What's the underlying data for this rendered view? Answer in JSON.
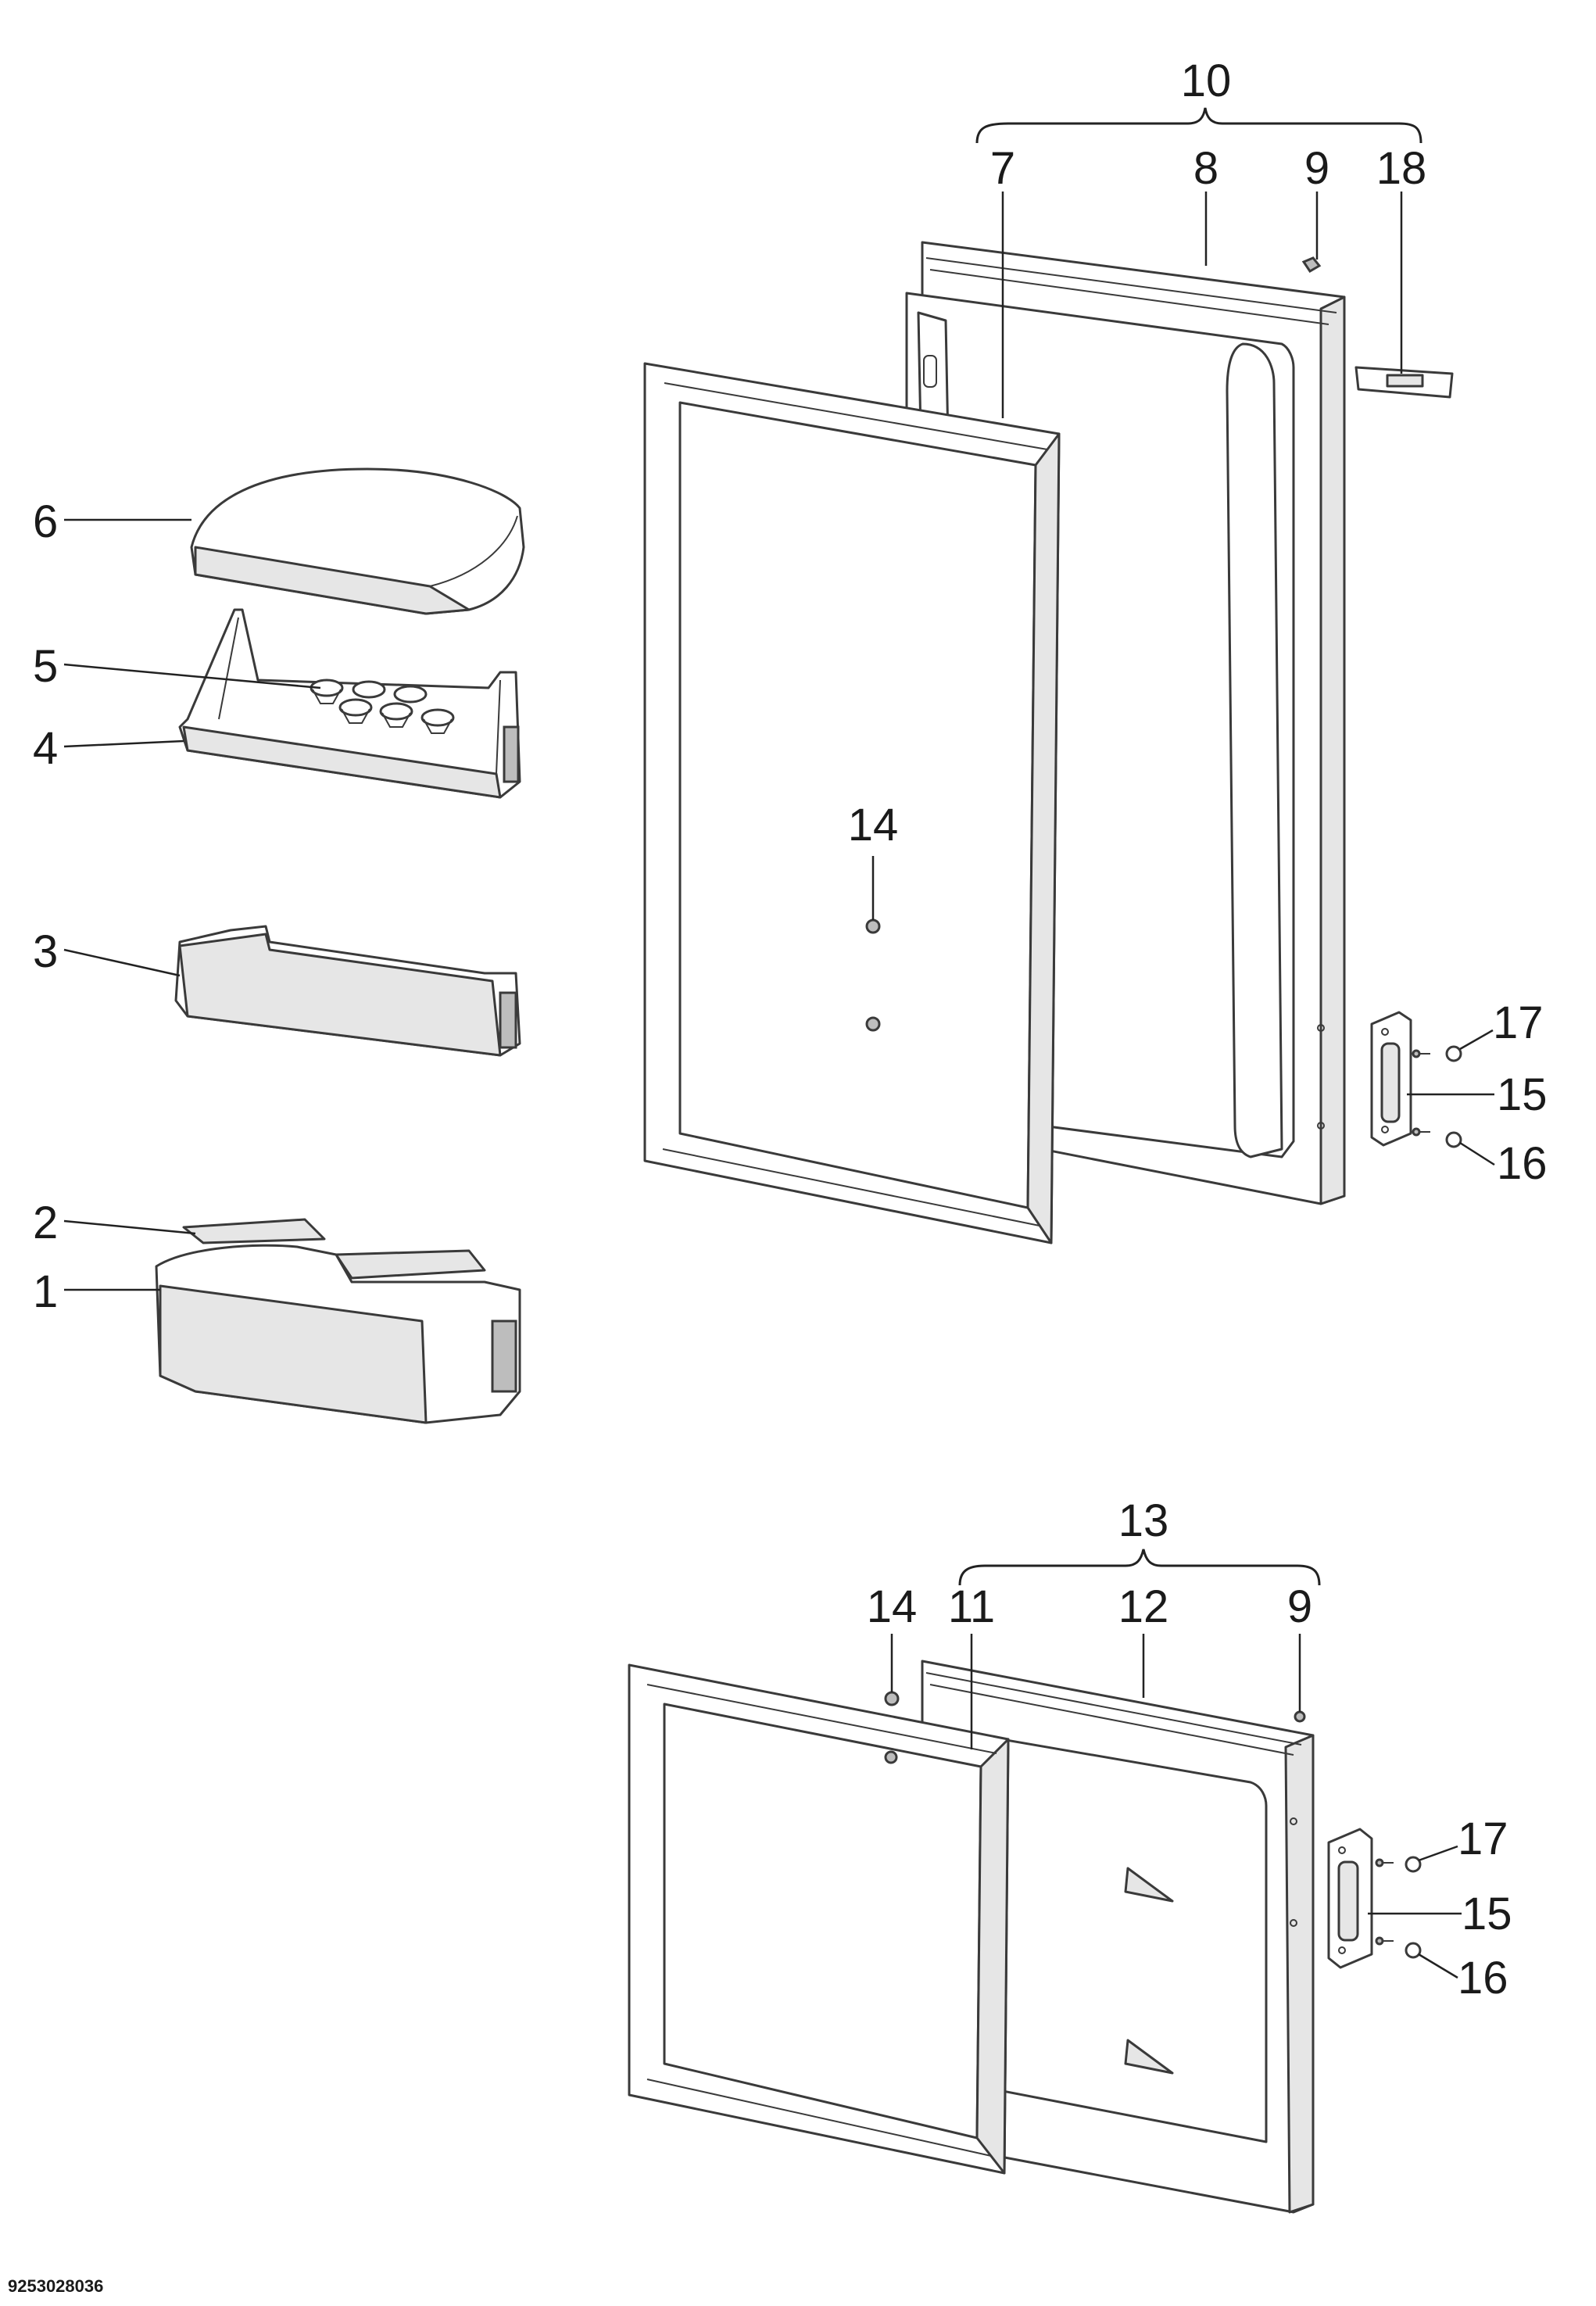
{
  "callouts": {
    "c1": "1",
    "c2": "2",
    "c3": "3",
    "c4": "4",
    "c5": "5",
    "c6": "6",
    "c7": "7",
    "c8": "8",
    "c9_top": "9",
    "c10": "10",
    "c18": "18",
    "c14_top": "14",
    "c17_top": "17",
    "c15_top": "15",
    "c16_top": "16",
    "c13": "13",
    "c14_bottom": "14",
    "c11": "11",
    "c12": "12",
    "c9_bottom": "9",
    "c17_bottom": "17",
    "c15_bottom": "15",
    "c16_bottom": "16"
  },
  "document_code": "9253028036"
}
